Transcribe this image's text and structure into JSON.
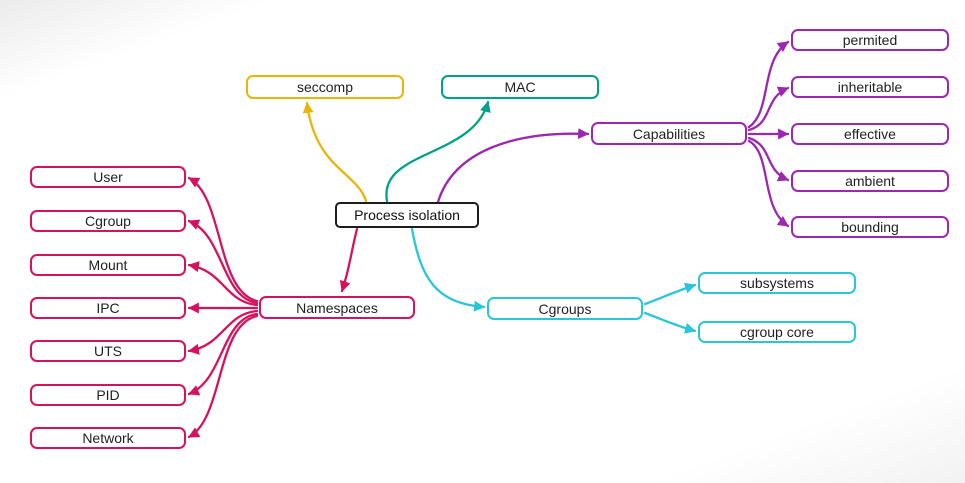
{
  "title": "Process isolation mind map",
  "colors": {
    "root": "#1c1c1c",
    "seccomp": "#e9b50b",
    "mac": "#00a18a",
    "capabilities": "#9c27b0",
    "namespaces": "#d6125f",
    "cgroups": "#29c5d9",
    "text": "#1f1f1f",
    "node_bg": "#ffffff"
  },
  "labels": {
    "root": "Process isolation",
    "seccomp": "seccomp",
    "mac": "MAC",
    "capabilities": "Capabilities",
    "permited": "permited",
    "inheritable": "inheritable",
    "effective": "effective",
    "ambient": "ambient",
    "bounding": "bounding",
    "namespaces": "Namespaces",
    "user": "User",
    "cgroup": "Cgroup",
    "mount": "Mount",
    "ipc": "IPC",
    "uts": "UTS",
    "pid": "PID",
    "network": "Network",
    "cgroups": "Cgroups",
    "subsystems": "subsystems",
    "cgroup_core": "cgroup core"
  },
  "tree": {
    "root": "Process isolation",
    "branches": [
      {
        "label": "seccomp",
        "children": []
      },
      {
        "label": "MAC",
        "children": []
      },
      {
        "label": "Capabilities",
        "children": [
          "permited",
          "inheritable",
          "effective",
          "ambient",
          "bounding"
        ]
      },
      {
        "label": "Namespaces",
        "children": [
          "User",
          "Cgroup",
          "Mount",
          "IPC",
          "UTS",
          "PID",
          "Network"
        ]
      },
      {
        "label": "Cgroups",
        "children": [
          "subsystems",
          "cgroup core"
        ]
      }
    ]
  }
}
